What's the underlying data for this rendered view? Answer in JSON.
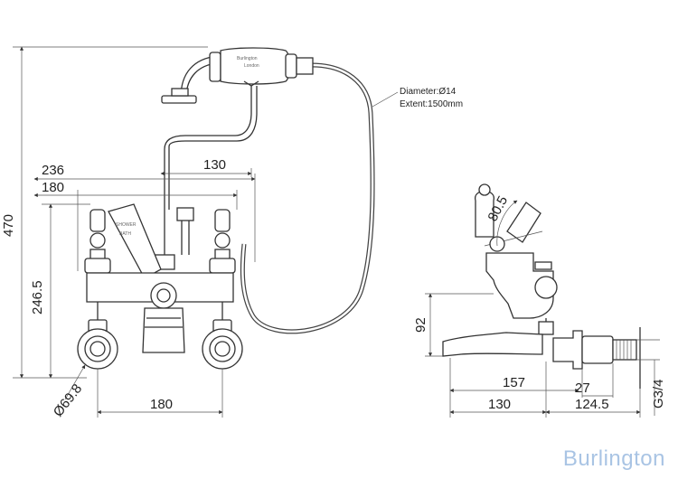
{
  "dimensions": {
    "total_height": "470",
    "overall_width": "236",
    "centres_width": "180",
    "handset_offset": "130",
    "body_height": "246.5",
    "bottom_centres": "180",
    "flange_diameter": "Ø69.8",
    "lever_angle": "80.5",
    "spout_height": "92",
    "spout_projection": "157",
    "spout_base": "130",
    "wall_extent": "124.5",
    "connector_depth": "27",
    "thread_size": "G3/4"
  },
  "hose_note": {
    "diameter": "Diameter:Ø14",
    "extent": "Extent:1500mm"
  },
  "handset_label": {
    "brand": "Burlington",
    "city": "London"
  },
  "diverter_label": {
    "line1": "SHOWER",
    "line2": "BATH"
  },
  "brand_watermark": "Burlington"
}
